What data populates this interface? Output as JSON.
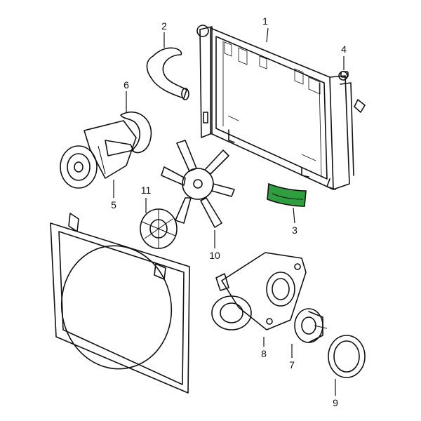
{
  "callouts": {
    "c1": "1",
    "c2": "2",
    "c3": "3",
    "c4": "4",
    "c5": "5",
    "c6": "6",
    "c7": "7",
    "c8": "8",
    "c9": "9",
    "c10": "10",
    "c11": "11"
  },
  "colors": {
    "line": "#111111",
    "highlight": "#2e9e3e",
    "background": "#ffffff"
  }
}
